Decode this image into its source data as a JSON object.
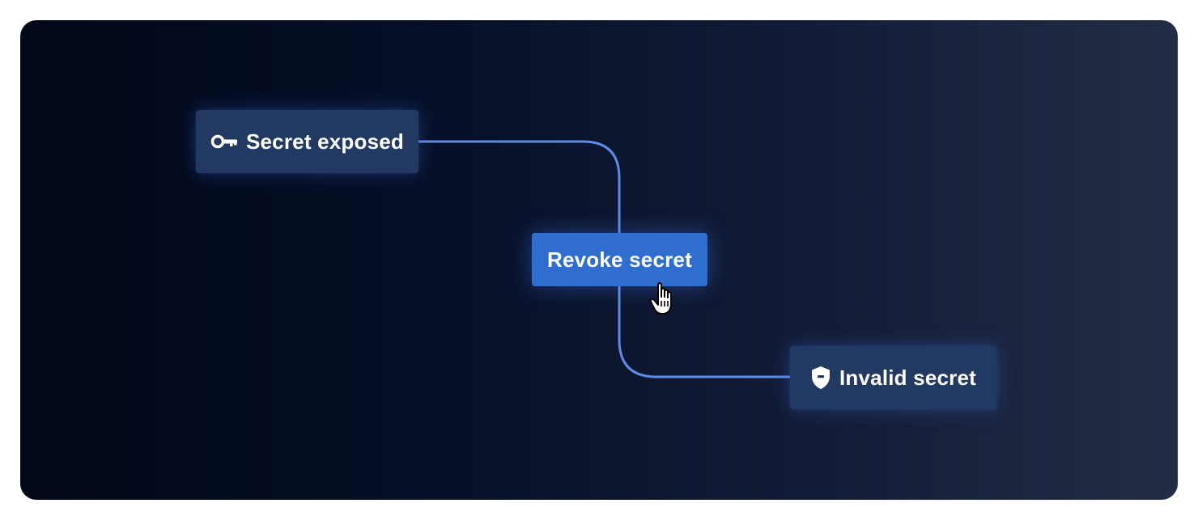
{
  "diagram": {
    "nodes": [
      {
        "id": "secret-exposed",
        "label": "Secret exposed",
        "icon": "key-icon"
      },
      {
        "id": "revoke-secret",
        "label": "Revoke secret",
        "icon": null
      },
      {
        "id": "invalid-secret",
        "label": "Invalid secret",
        "icon": "shield-icon"
      }
    ],
    "edges": [
      {
        "from": "secret-exposed",
        "to": "revoke-secret"
      },
      {
        "from": "revoke-secret",
        "to": "invalid-secret"
      }
    ],
    "pointer": "hand-pointer-icon"
  },
  "colors": {
    "background_start": "#020818",
    "background_end": "#232c45",
    "node_dark": "#223961",
    "node_primary": "#2f6ecf",
    "connector": "#5b8de6",
    "text": "#ffffff"
  }
}
